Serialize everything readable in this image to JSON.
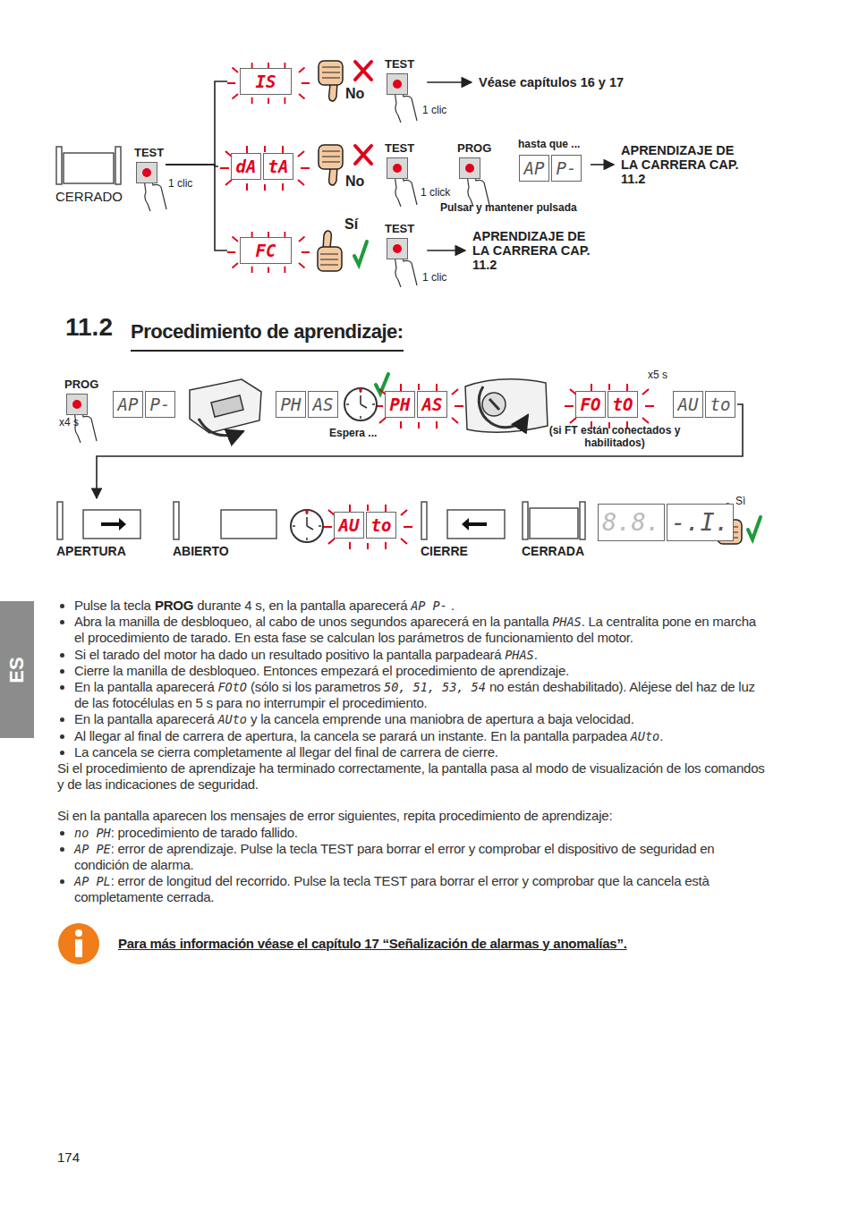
{
  "diagram": {
    "title": "Procedimiento de aprendizaje:",
    "nodes": [
      {
        "text": [
          "CERRADO"
        ]
      },
      {
        "text": [
          "TEST"
        ]
      },
      {
        "text": [
          "IS"
        ]
      },
      {
        "text": [
          "dA",
          "tA"
        ]
      },
      {
        "text": [
          "FC"
        ]
      },
      {
        "text": [
          "TEST"
        ]
      },
      {
        "text": [
          "Véase capítulos 16 y 17"
        ]
      },
      {
        "text": [
          "TEST"
        ]
      },
      {
        "text": [
          "PROG"
        ]
      },
      {
        "text": [
          "AP",
          "P-"
        ]
      },
      {
        "text": [
          "APRENDIZAJE DE LA CARRERA CAP. 11.2"
        ]
      },
      {
        "text": [
          "TEST"
        ]
      },
      {
        "text": [
          "APRENDIZAJE DE LA CARRERA CAP. 11.2"
        ]
      },
      {
        "text": [
          "PROG"
        ]
      },
      {
        "text": [
          "AP",
          "P-"
        ]
      },
      {
        "text": [
          "PH",
          "AS"
        ]
      },
      {
        "text": [
          "PH",
          "AS"
        ]
      },
      {
        "text": [
          "FO",
          "tO"
        ]
      },
      {
        "text": [
          "AU",
          "to"
        ]
      },
      {
        "text": [
          "APERTURA"
        ]
      },
      {
        "text": [
          "ABIERTO"
        ]
      },
      {
        "text": [
          "AU",
          "to"
        ]
      },
      {
        "text": [
          "CIERRE"
        ]
      },
      {
        "text": [
          "CERRADA"
        ]
      },
      {
        "text": [
          "8.8.",
          "-.I."
        ]
      }
    ],
    "edges": [
      {
        "from": 1,
        "to": 2,
        "arrow": "none"
      },
      {
        "from": 1,
        "to": 3,
        "arrow": "none"
      },
      {
        "from": 1,
        "to": 4,
        "arrow": "none"
      },
      {
        "from": 5,
        "to": 6,
        "arrow": "to"
      },
      {
        "from": 9,
        "to": 10,
        "arrow": "to"
      },
      {
        "from": 11,
        "to": 12,
        "arrow": "to"
      },
      {
        "from": 18,
        "to": 19,
        "arrow": "to"
      }
    ],
    "labels": [
      "1 clic",
      "No",
      "1 clic",
      "No",
      "1 click",
      "hasta que ...",
      "Pulsar y mantener pulsada",
      "Sí",
      "1 clic",
      "11.2",
      "x4 s",
      "Espera ...",
      "x5 s",
      "(si FT están conectados y habilitados)",
      "Sì",
      "Pulse la tecla",
      "PROG",
      "durante 4 s, en la pantalla aparecerá",
      "AP P-",
      ".",
      "Abra la manilla de desbloqueo, al cabo de unos segundos aparecerá en la pantalla",
      "PHAS",
      ". La centralita pone en marcha el procedimiento de tarado. En esta fase se calculan los parámetros de funcionamiento del motor.",
      "Si el tarado del motor ha dado un resultado positivo la pantalla parpadeará",
      "PHAS",
      ".",
      "Cierre la manilla de desbloqueo. Entonces empezará el procedimiento de aprendizaje.",
      "En la pantalla aparecerá",
      "FOtO",
      "(sólo si los parametros",
      "50, 51, 53, 54",
      "no están deshabilitado). Aléjese del haz de luz de las fotocélulas en 5 s para no interrumpir el procedimiento.",
      "En la pantalla aparecerá",
      "AUto",
      "y la cancela emprende una maniobra de apertura a baja velocidad.",
      "Al llegar al final de carrera de apertura, la cancela se parará un instante. En la pantalla parpadea",
      "AUto",
      ".",
      "La cancela se cierra completamente al llegar del final de carrera de cierre.",
      "Si el procedimiento de aprendizaje ha terminado correctamente, la pantalla pasa al modo de visualización de los comandos y de las indicaciones de seguridad.",
      "Si en la pantalla aparecen los mensajes de error siguientes, repita procedimiento de aprendizaje:",
      "no PH",
      ": procedimiento de tarado fallido.",
      "AP PE",
      ": error de aprendizaje. Pulse la tecla TEST para borrar el error y comprobar el dispositivo de seguridad en condición de alarma.",
      "AP PL",
      ": error de longitud del recorrido. Pulse la tecla TEST para borrar el error y comprobar que la cancela està completamente cerrada.",
      "Para más información véase el capítulo 17 “Señalización de alarmas y anomalías”.",
      "ES",
      "174"
    ]
  }
}
